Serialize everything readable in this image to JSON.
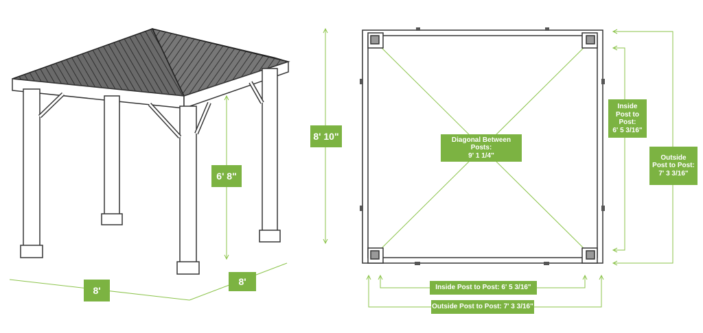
{
  "colors": {
    "accent": "#7cb342",
    "line": "#8bc34a",
    "structure": "#333333",
    "roof": "#555555"
  },
  "left_view": {
    "height_post_label": "6' 8\"",
    "height_total_label": "8' 10\"",
    "width_front_label": "8'",
    "width_side_label": "8'"
  },
  "plan_view": {
    "diagonal_label_line1": "Diagonal Between Posts:",
    "diagonal_label_line2": "9' 1 1/4\"",
    "inside_right_line1": "Inside",
    "inside_right_line2": "Post to Post:",
    "inside_right_line3": "6' 5 3/16\"",
    "outside_right_line1": "Outside",
    "outside_right_line2": "Post to Post:",
    "outside_right_line3": "7' 3 3/16\"",
    "inside_bottom_label": "Inside Post to Post: 6' 5 3/16\"",
    "outside_bottom_label": "Outside Post to Post: 7' 3 3/16\""
  }
}
